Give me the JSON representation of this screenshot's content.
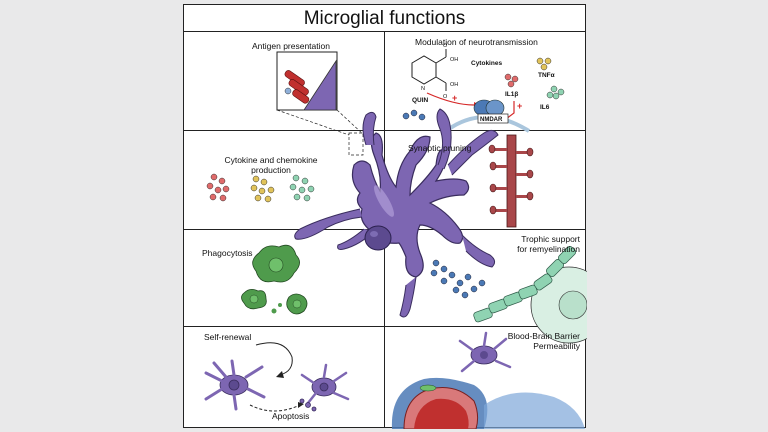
{
  "figure": {
    "title": "Microglial functions",
    "panels": {
      "antigen": "Antigen presentation",
      "neuro_title": "Modulation of neurotransmission",
      "cytokine": "Cytokine and chemokine production",
      "cytokine_l1": "Cytokine and chemokine",
      "cytokine_l2": "production",
      "synaptic": "Synaptic pruning",
      "phagocytosis": "Phagocytosis",
      "trophic_l1": "Trophic support",
      "trophic_l2": "for remyelination",
      "selfrenewal": "Self-renewal",
      "apoptosis": "Apoptosis",
      "bbb_l1": "Blood-Brain Barrier",
      "bbb_l2": "Permeability"
    },
    "labels": {
      "quin": "QUIN",
      "cytokines": "Cytokines",
      "tnfa": "TNFα",
      "il1b": "IL1β",
      "il6": "IL6",
      "nmdar": "NMDAR",
      "oh1": "OH",
      "oh2": "OH",
      "o1": "O",
      "o2": "O",
      "n": "N",
      "plus1": "+",
      "plus2": "+"
    },
    "colors": {
      "microglia": "#7d66b2",
      "microglia_dark": "#5c4a8f",
      "dendrite": "#a9474a",
      "green_cell": "#4f9b4c",
      "myelin": "#8fd3b2",
      "arrow_red": "#d62828"
    }
  }
}
